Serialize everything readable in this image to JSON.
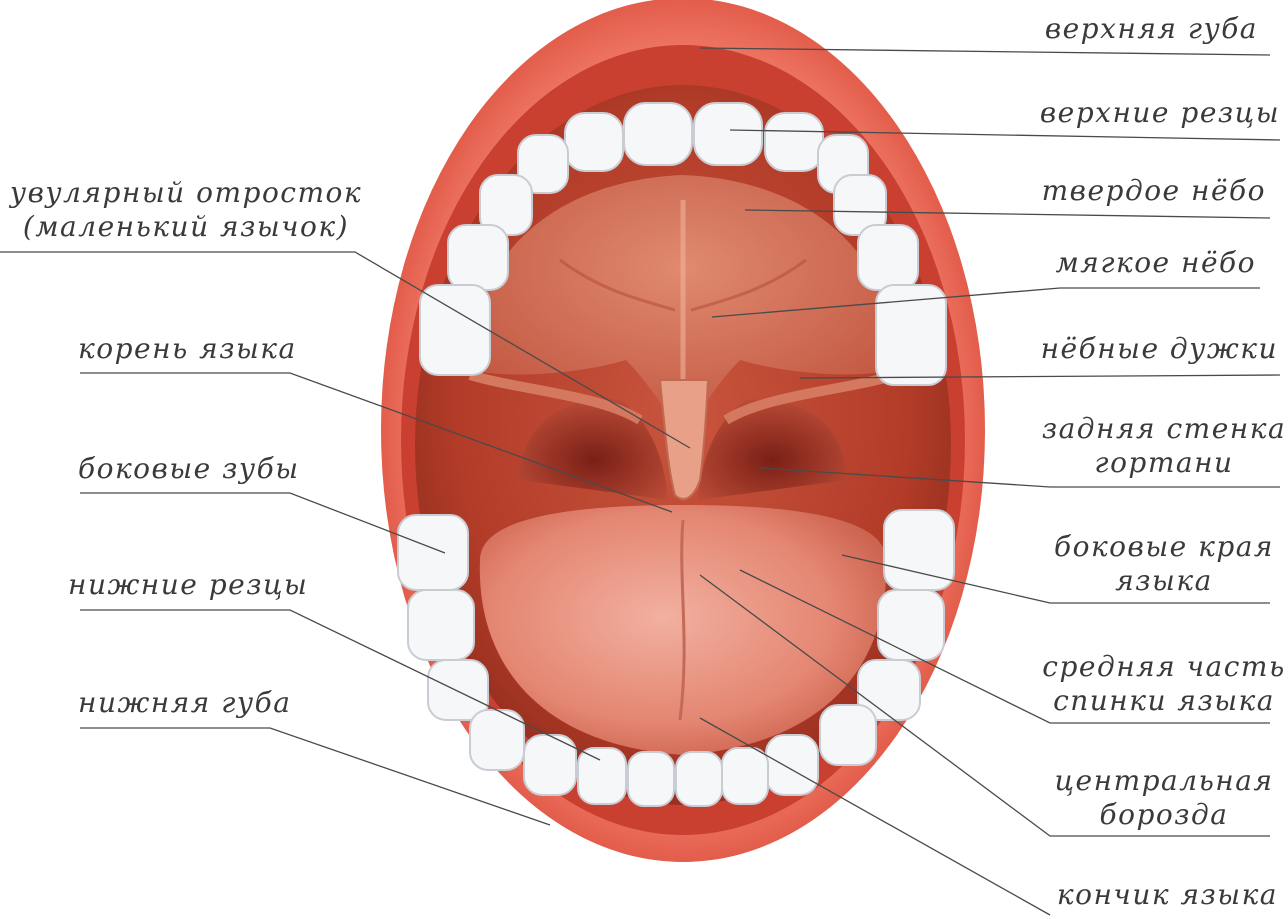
{
  "labels": {
    "upper_lip": "верхняя губа",
    "upper_incisors": "верхние резцы",
    "hard_palate": "твердое нёбо",
    "soft_palate": "мягкое нёбо",
    "palatine_arches": "нёбные дужки",
    "pharynx_wall_1": "задняя стенка",
    "pharynx_wall_2": "гортани",
    "tongue_edges_1": "боковые края",
    "tongue_edges_2": "языка",
    "tongue_middle_1": "средняя часть",
    "tongue_middle_2": "спинки языка",
    "central_groove_1": "центральная",
    "central_groove_2": "борозда",
    "tongue_tip": "кончик языка",
    "uvula_1": "увулярный отросток",
    "uvula_2": "(маленький язычок)",
    "tongue_root": "корень языка",
    "side_teeth": "боковые зубы",
    "lower_incisors": "нижние резцы",
    "lower_lip": "нижняя губа"
  },
  "colors": {
    "lip": "#e8604f",
    "lip_dark": "#c9392e",
    "cavity": "#b8402c",
    "palate": "#d9705a",
    "tongue": "#e89080",
    "teeth": "#f4f6f8",
    "leader": "#4a4a4a"
  }
}
